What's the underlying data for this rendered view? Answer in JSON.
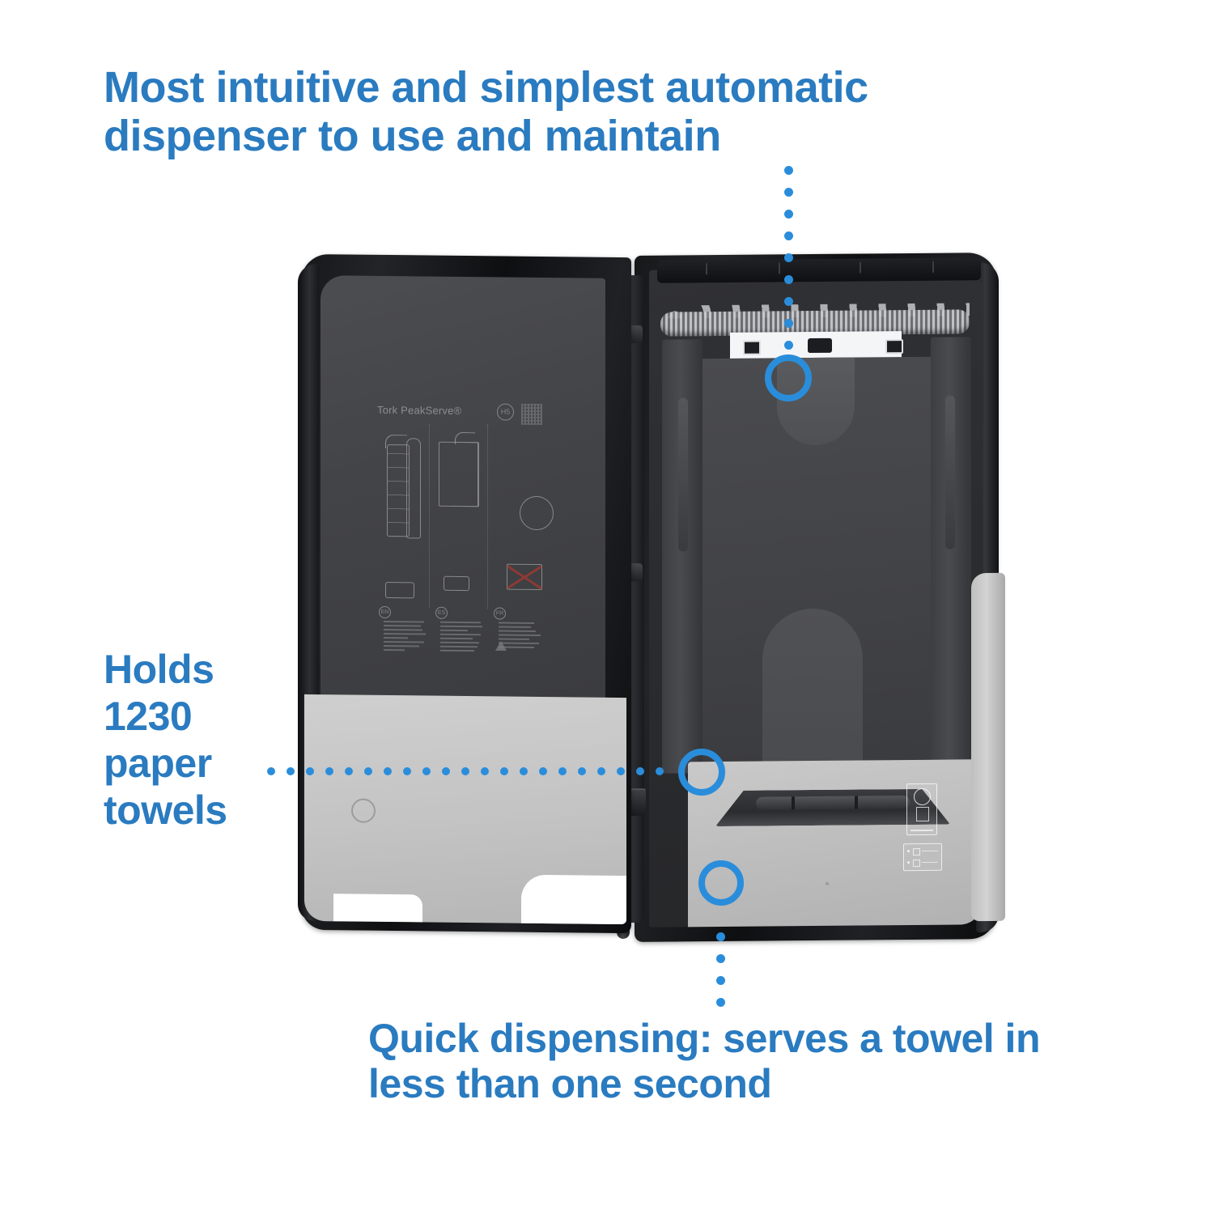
{
  "theme": {
    "text_blue": "#2a7bc0",
    "accent_blue": "#2a8ddb",
    "background": "#ffffff"
  },
  "callouts": {
    "headline": {
      "text": "Most intuitive and simplest automatic dispenser to use and maintain",
      "position": "top-left",
      "points_to": "top-feed-mechanism"
    },
    "capacity": {
      "text": "Holds\n1230\npaper\ntowels",
      "position": "middle-left",
      "points_to": "towel-stack-compartment"
    },
    "speed": {
      "text": "Quick dispensing: serves a towel in less than one second",
      "position": "bottom-center",
      "points_to": "dispensing-slot"
    }
  },
  "product": {
    "brand_label": "Tork PeakServe®",
    "system_code": "H5",
    "instruction_panel": {
      "languages": [
        "EN",
        "ES",
        "FR"
      ],
      "qr_present": true
    }
  }
}
